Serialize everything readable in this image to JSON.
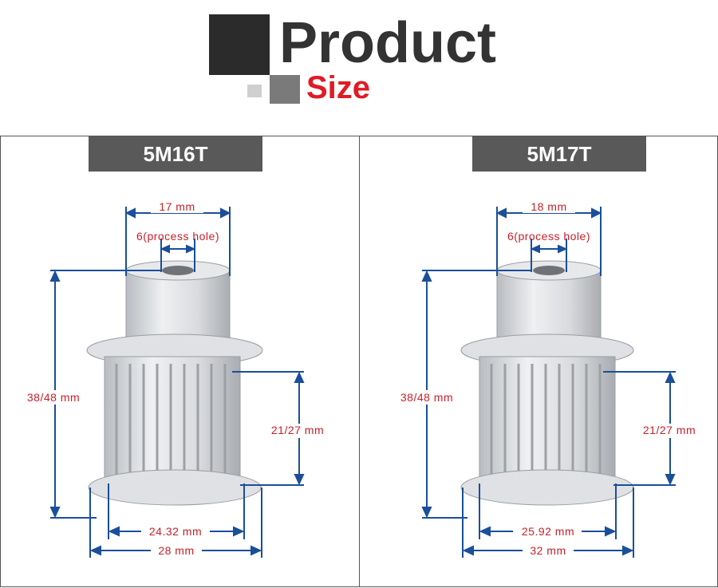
{
  "header": {
    "title": "Product",
    "subtitle": "Size"
  },
  "colors": {
    "accent": "#e01b24",
    "dimension_line": "#1a4f9a",
    "dimension_text": "#c8202a",
    "label_bg": "#595959"
  },
  "panels": [
    {
      "model": "5M16T",
      "dims": {
        "top_width": "17 mm",
        "bore": "6(process hole)",
        "total_height": "38/48 mm",
        "tooth_height": "21/27 mm",
        "tooth_diameter": "24.32 mm",
        "flange_diameter": "28 mm"
      }
    },
    {
      "model": "5M17T",
      "dims": {
        "top_width": "18 mm",
        "bore": "6(process hole)",
        "total_height": "38/48 mm",
        "tooth_height": "21/27 mm",
        "tooth_diameter": "25.92 mm",
        "flange_diameter": "32 mm"
      }
    }
  ]
}
